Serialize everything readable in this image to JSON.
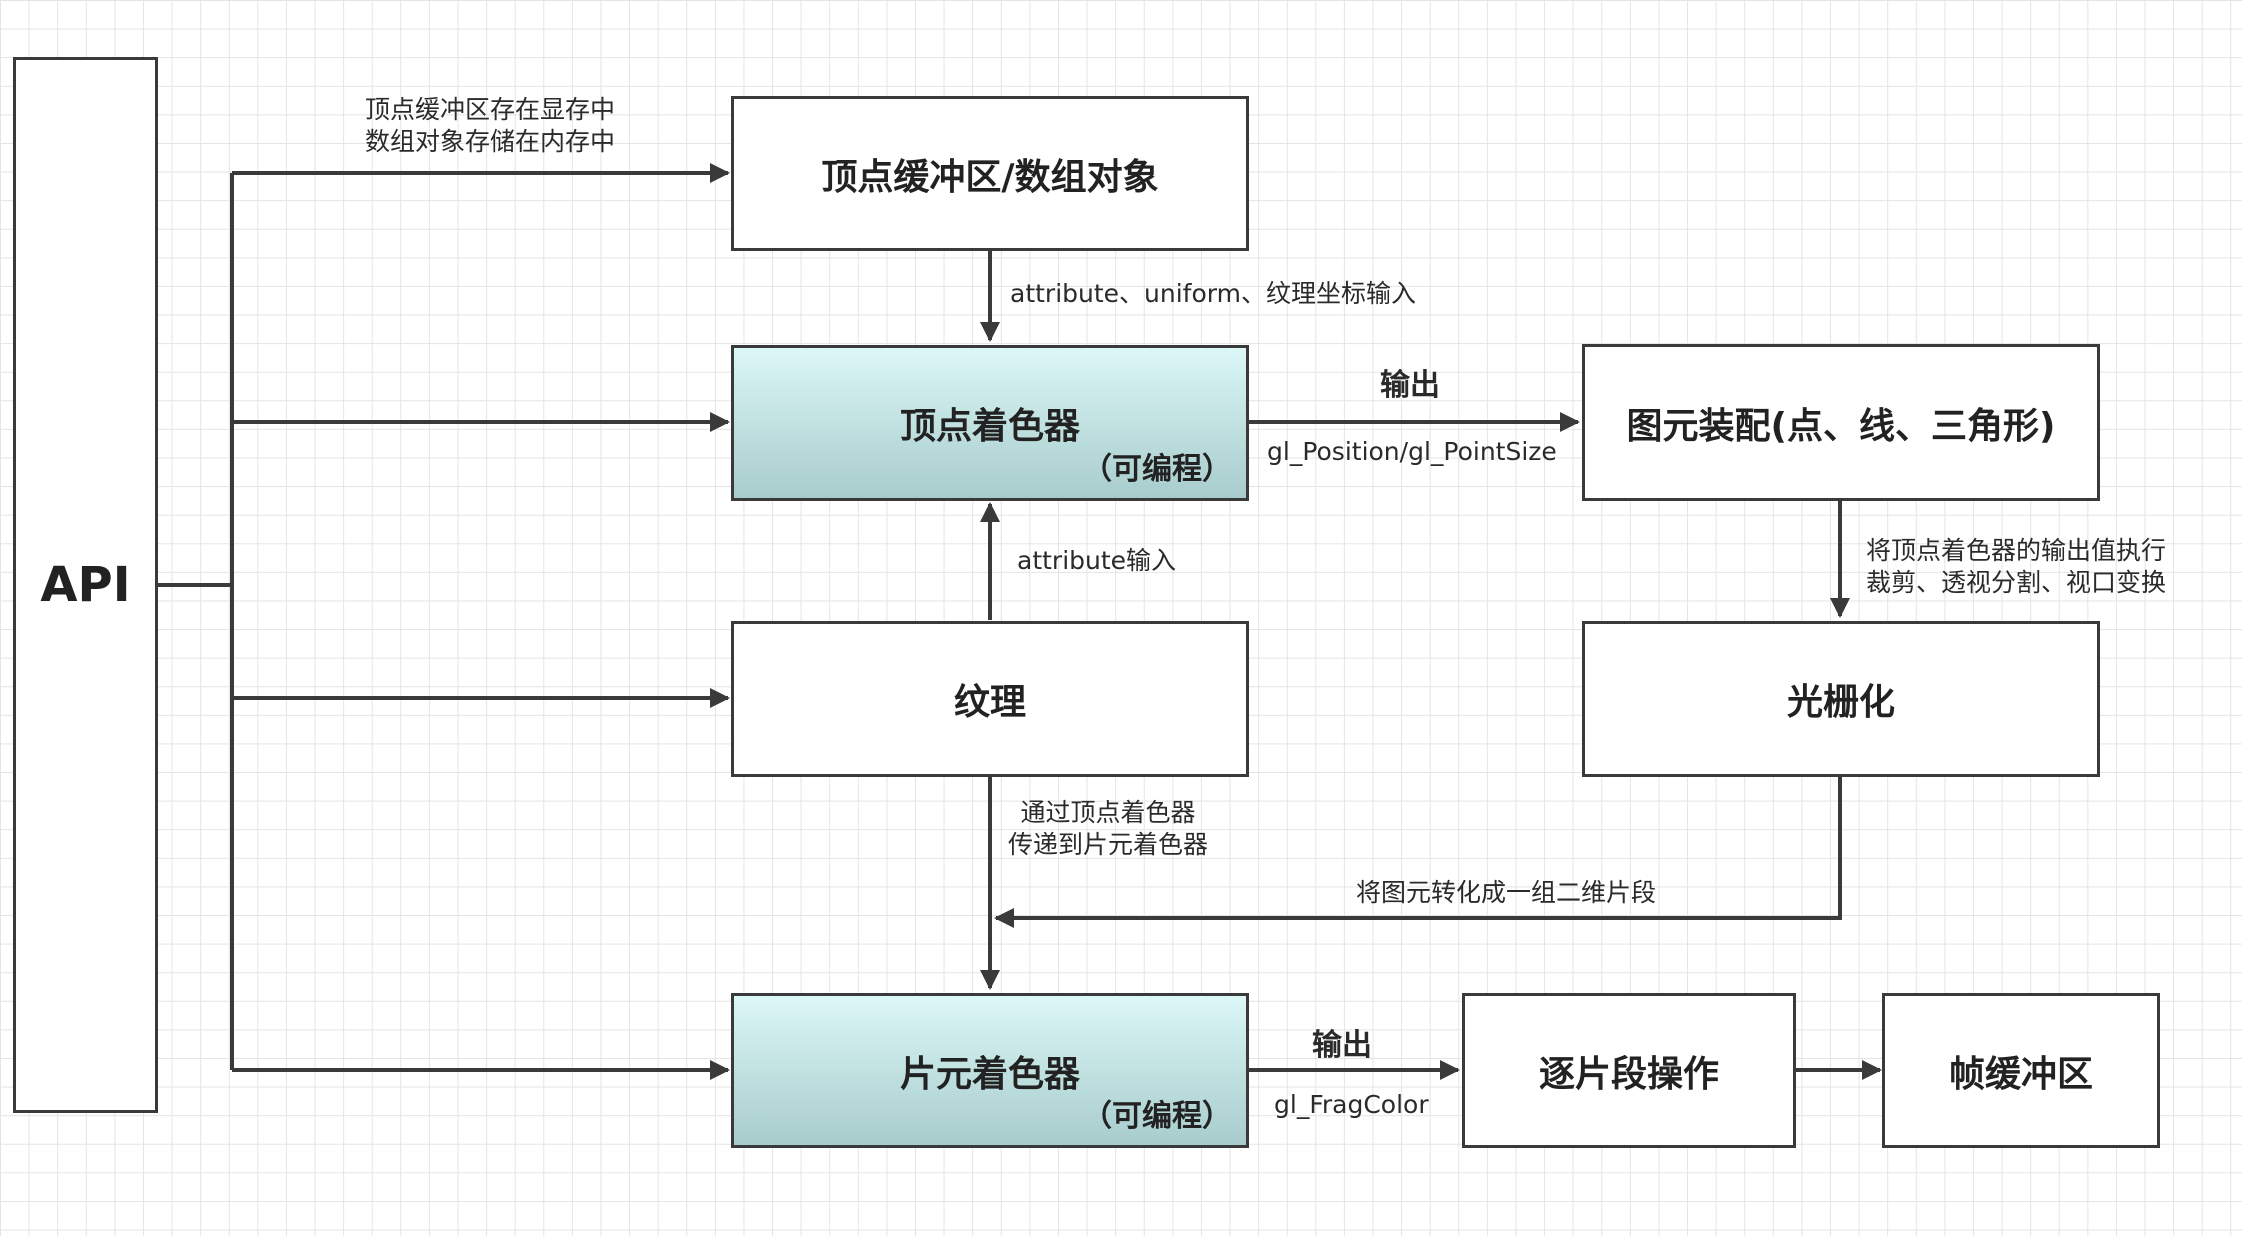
{
  "api": {
    "label": "API"
  },
  "nodes": {
    "vbo": {
      "title": "顶点缓冲区/数组对象"
    },
    "vertex_shader": {
      "title": "顶点着色器",
      "sub": "（可编程）"
    },
    "texture": {
      "title": "纹理"
    },
    "fragment_shader": {
      "title": "片元着色器",
      "sub": "（可编程）"
    },
    "primitive_assembly": {
      "title": "图元装配(点、线、三角形)"
    },
    "rasterization": {
      "title": "光栅化"
    },
    "per_fragment": {
      "title": "逐片段操作"
    },
    "framebuffer": {
      "title": "帧缓冲区"
    }
  },
  "edges": {
    "api_to_vbo": {
      "line1": "顶点缓冲区存在显存中",
      "line2": "数组对象存储在内存中"
    },
    "vbo_to_vs": {
      "label": "attribute、uniform、纹理坐标输入"
    },
    "vs_to_pa": {
      "top": "输出",
      "bottom": "gl_Position/gl_PointSize"
    },
    "tex_to_vs": {
      "label": "attribute输入"
    },
    "tex_to_fs": {
      "line1": "通过顶点着色器",
      "line2": "传递到片元着色器"
    },
    "pa_to_raster": {
      "line1": "将顶点着色器的输出值执行",
      "line2": "裁剪、透视分割、视口变换"
    },
    "raster_to_fs": {
      "label": "将图元转化成一组二维片段"
    },
    "fs_to_pfo": {
      "top": "输出",
      "bottom": "gl_FragColor"
    }
  },
  "colors": {
    "line": "#3a3a3a",
    "shader_top": "#dcf7f7",
    "shader_bottom": "#a8cccc",
    "grid": "#e4e4e4"
  }
}
